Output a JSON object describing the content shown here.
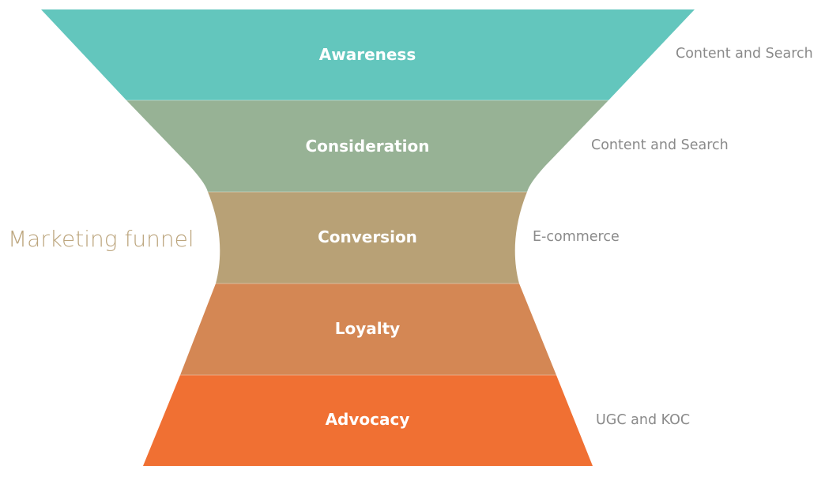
{
  "title": "Marketing funnel",
  "stages": [
    {
      "label": "Awareness",
      "channel": "Content and Search",
      "color": "#63c6bd"
    },
    {
      "label": "Consideration",
      "channel": "Content and Search",
      "color": "#97b295"
    },
    {
      "label": "Conversion",
      "channel": "E-commerce",
      "color": "#b8a176"
    },
    {
      "label": "Loyalty",
      "channel": "",
      "color": "#d48754"
    },
    {
      "label": "Advocacy",
      "channel": "UGC and KOC",
      "color": "#f07033"
    }
  ],
  "colors": {
    "title": "#bca57d",
    "channel_text": "#8a8a8a",
    "stage_text": "#ffffff"
  }
}
